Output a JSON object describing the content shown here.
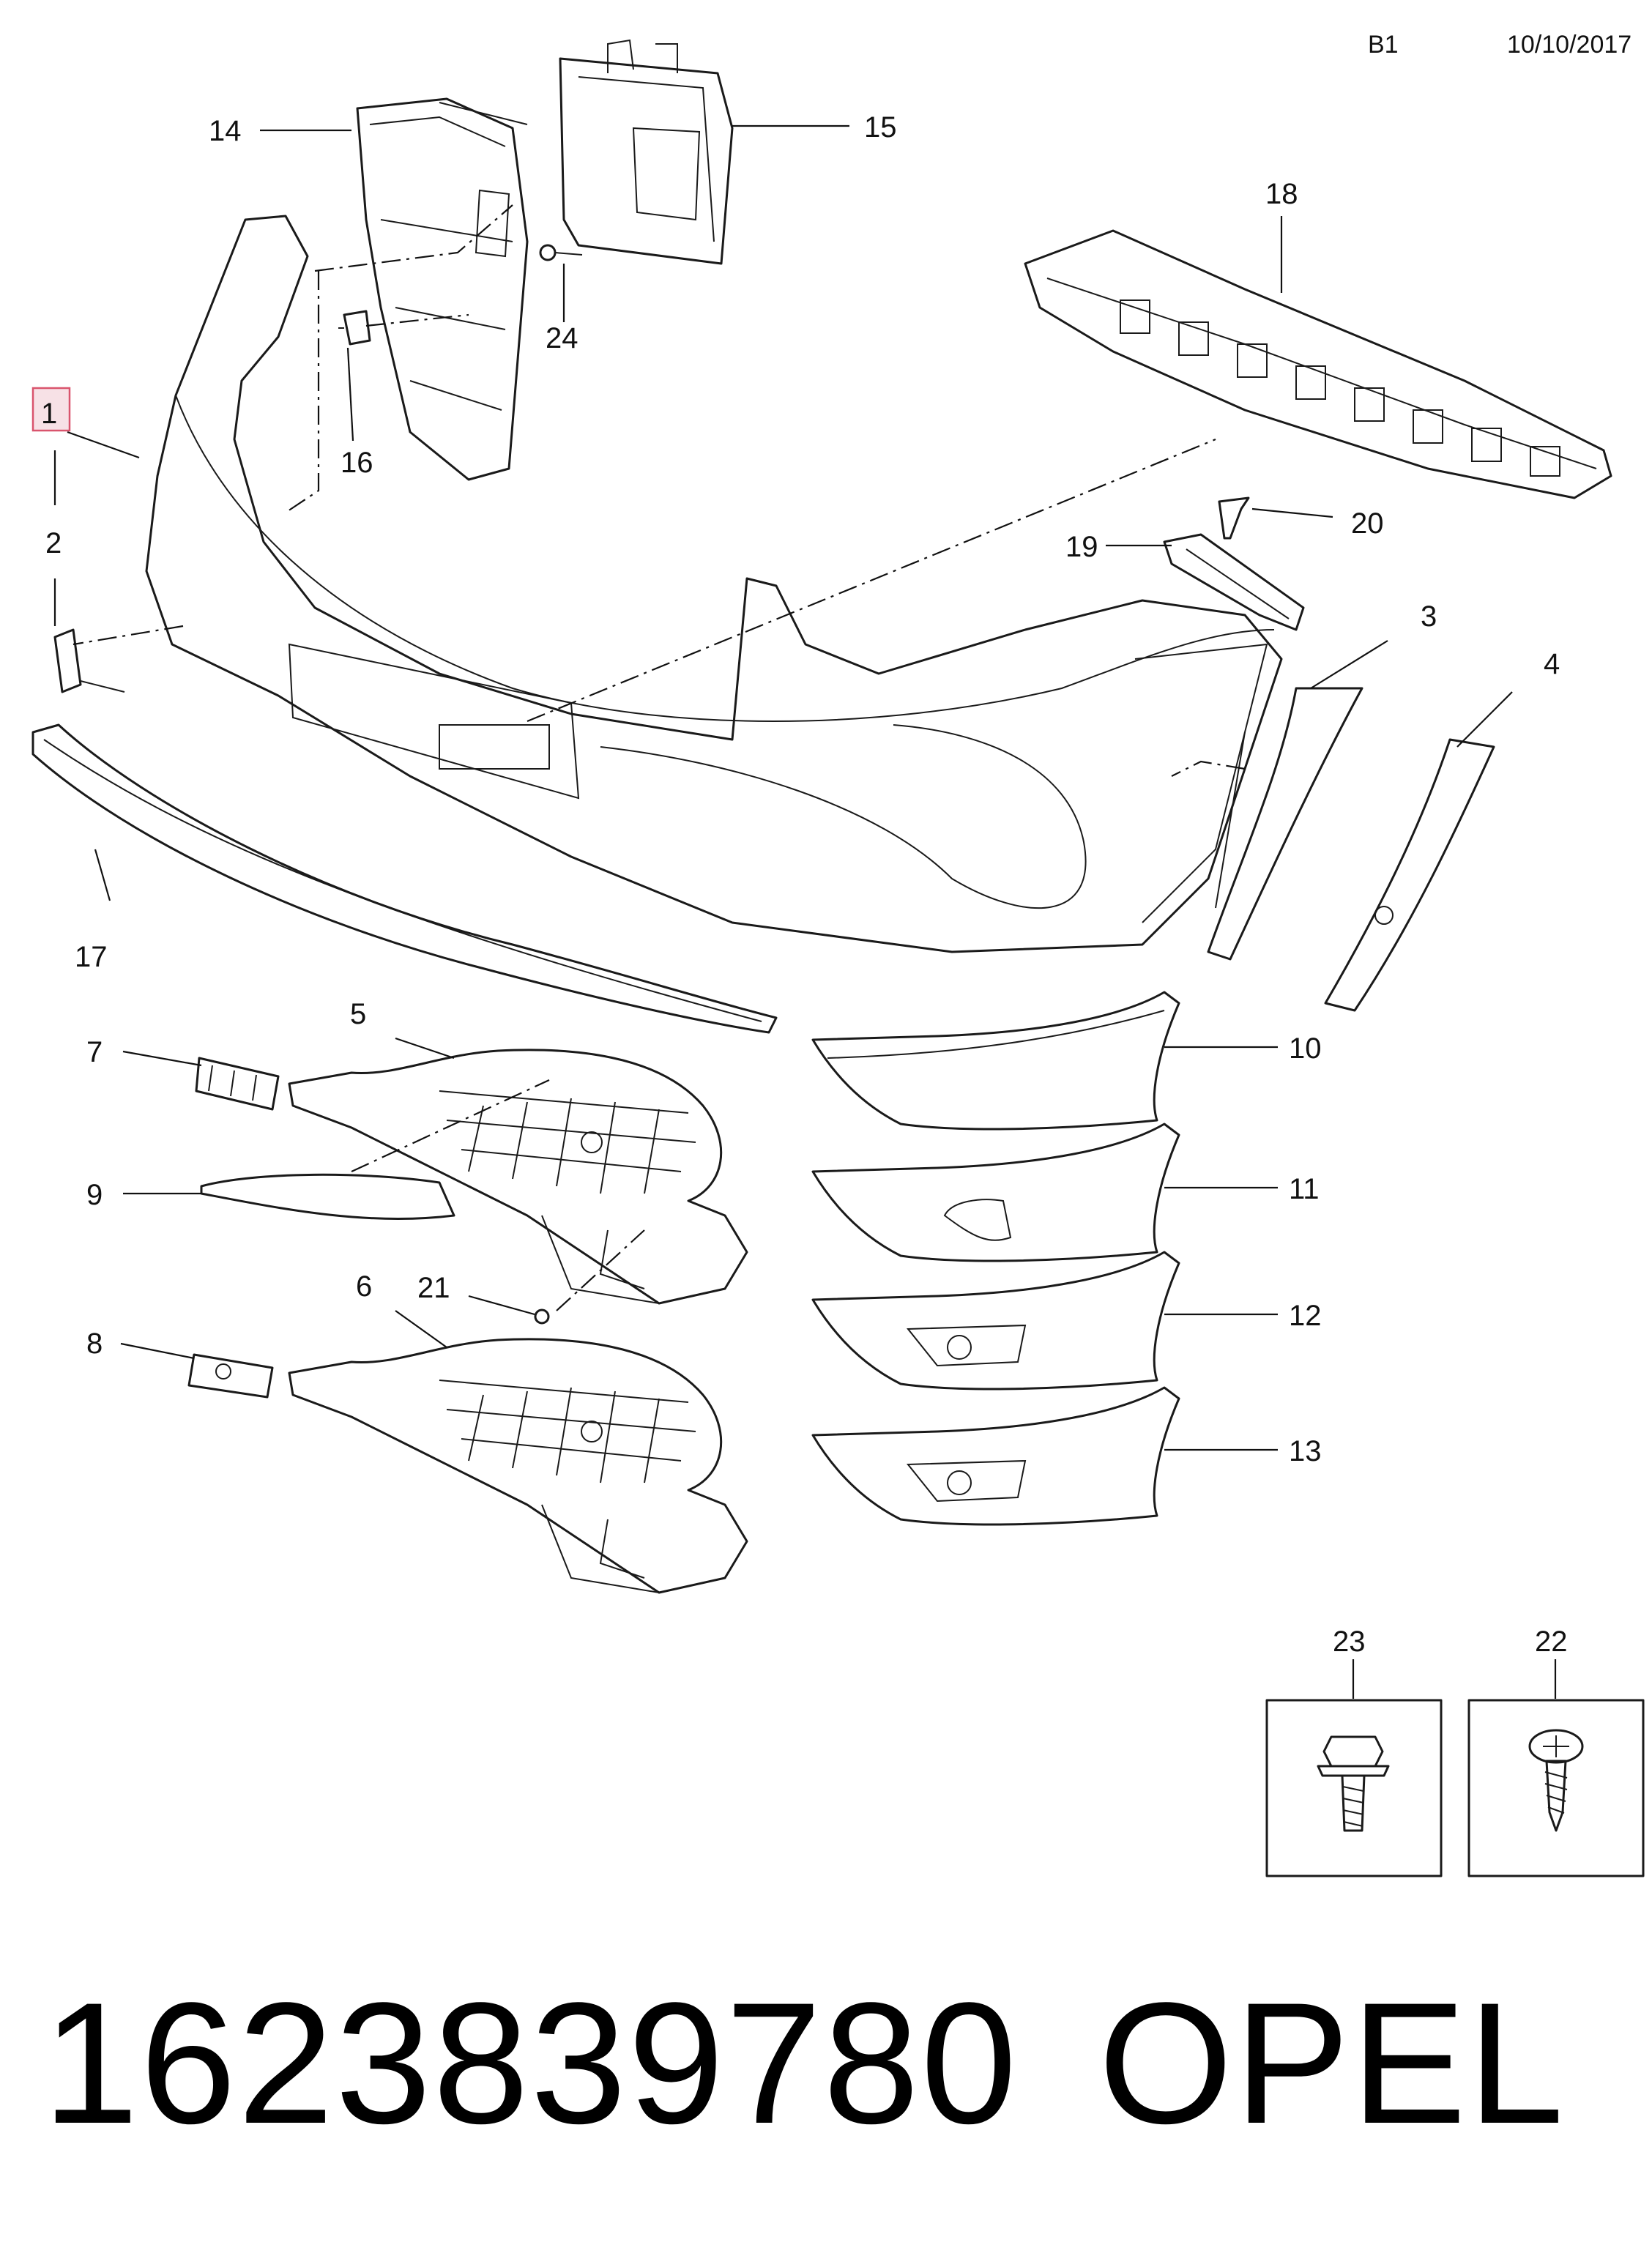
{
  "header": {
    "page_code": "B1",
    "date": "10/10/2017"
  },
  "callouts": {
    "c1": "1",
    "c2": "2",
    "c3": "3",
    "c4": "4",
    "c5": "5",
    "c6": "6",
    "c7": "7",
    "c8": "8",
    "c9": "9",
    "c10": "10",
    "c11": "11",
    "c12": "12",
    "c13": "13",
    "c14": "14",
    "c15": "15",
    "c16": "16",
    "c17": "17",
    "c18": "18",
    "c19": "19",
    "c20": "20",
    "c21": "21",
    "c22": "22",
    "c23": "23",
    "c24": "24"
  },
  "highlighted_callout": "1",
  "footer": {
    "part_number": "1623839780",
    "brand": "OPEL"
  }
}
